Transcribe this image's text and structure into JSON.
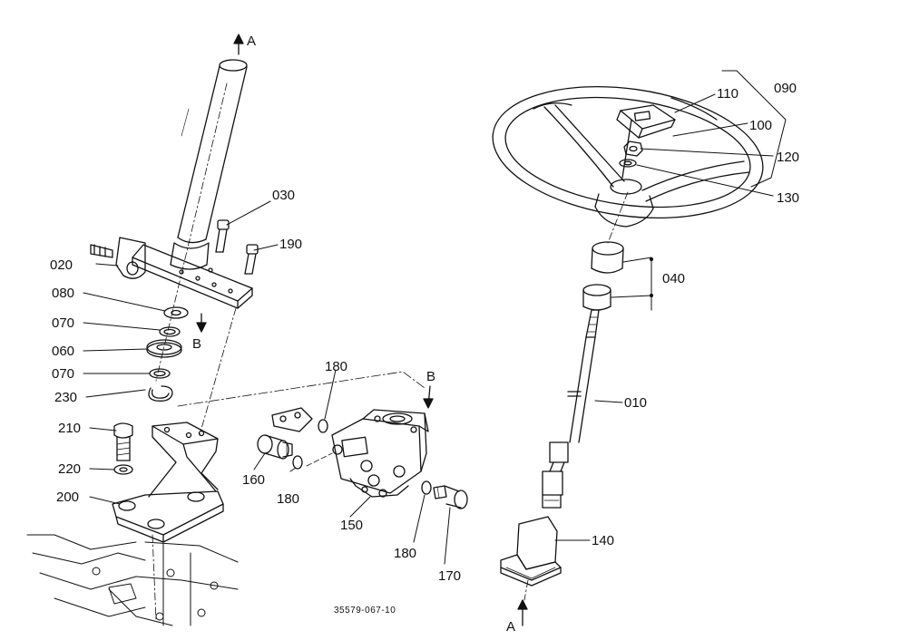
{
  "labels": {
    "p010": "010",
    "p020": "020",
    "p030": "030",
    "p040": "040",
    "p060": "060",
    "p070a": "070",
    "p070b": "070",
    "p080": "080",
    "p090": "090",
    "p100": "100",
    "p110": "110",
    "p120": "120",
    "p130": "130",
    "p140": "140",
    "p150": "150",
    "p160": "160",
    "p170": "170",
    "p180a": "180",
    "p180b": "180",
    "p180c": "180",
    "p190": "190",
    "p200": "200",
    "p210": "210",
    "p220": "220",
    "p230": "230"
  },
  "markers": {
    "a_top": "A",
    "a_bottom": "A",
    "b_left": "B",
    "b_right": "B"
  },
  "reference": "35579-067-10"
}
